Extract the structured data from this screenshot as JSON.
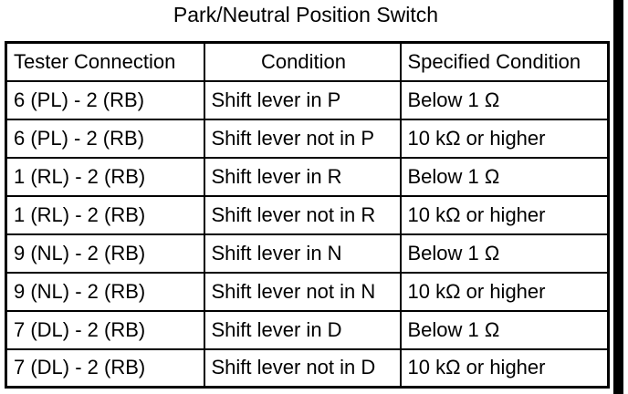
{
  "title": "Park/Neutral Position Switch",
  "table": {
    "headers": [
      "Tester Connection",
      "Condition",
      "Specified Condition"
    ],
    "rows": [
      [
        "6 (PL) - 2 (RB)",
        "Shift lever in P",
        "Below 1 Ω"
      ],
      [
        "6 (PL) - 2 (RB)",
        "Shift lever not in P",
        "10 kΩ or higher"
      ],
      [
        "1 (RL) - 2 (RB)",
        "Shift lever in R",
        "Below 1 Ω"
      ],
      [
        "1 (RL) - 2 (RB)",
        "Shift lever not in R",
        "10 kΩ or higher"
      ],
      [
        "9 (NL) - 2 (RB)",
        "Shift lever in N",
        "Below 1 Ω"
      ],
      [
        "9 (NL) - 2 (RB)",
        "Shift lever not in N",
        "10 kΩ or higher"
      ],
      [
        "7 (DL) - 2 (RB)",
        "Shift lever in D",
        "Below 1 Ω"
      ],
      [
        "7 (DL) - 2 (RB)",
        "Shift lever not in D",
        "10 kΩ or higher"
      ]
    ]
  },
  "colors": {
    "border": "#000000",
    "background": "#ffffff",
    "text": "#000000",
    "scan_bar": "#000000"
  }
}
